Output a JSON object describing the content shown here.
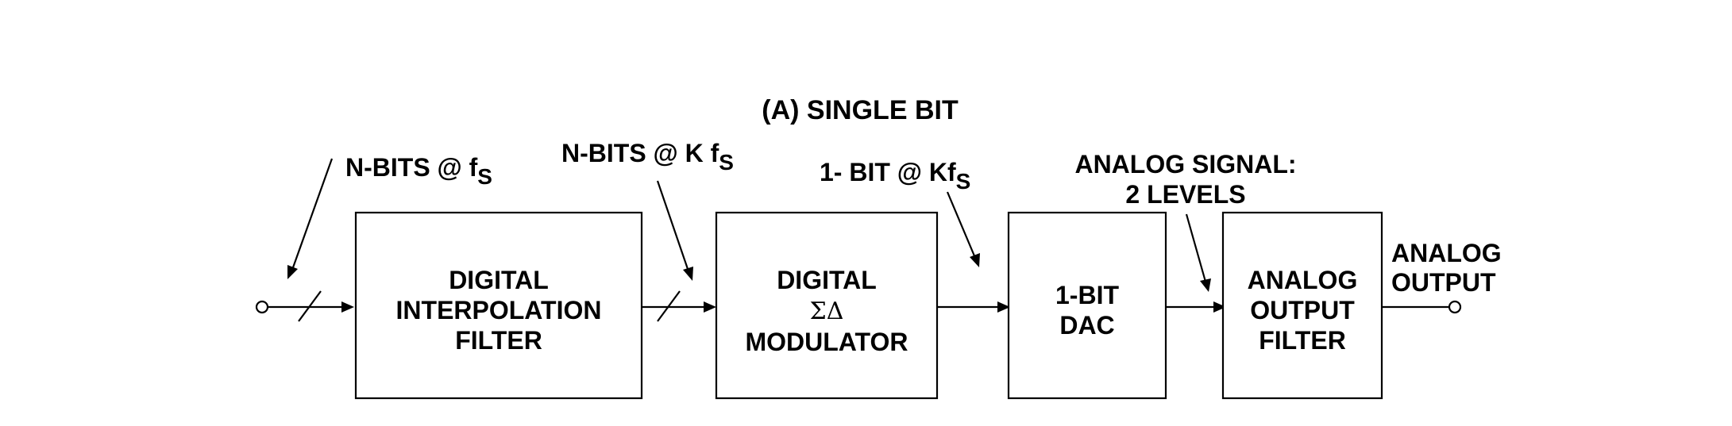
{
  "title": "(A) SINGLE BIT",
  "blocks": {
    "interp": [
      "DIGITAL",
      "INTERPOLATION",
      "FILTER"
    ],
    "modulator": {
      "line1": "DIGITAL",
      "line2": "ΣΔ",
      "line3": "MODULATOR"
    },
    "dac": [
      "1-BIT",
      "DAC"
    ],
    "output_filter": [
      "ANALOG",
      "OUTPUT",
      "FILTER"
    ]
  },
  "labels": {
    "input": {
      "text": "N-BITS @ f",
      "sub": "S"
    },
    "interp_out": {
      "text": "N-BITS @ K f",
      "sub": "S"
    },
    "mod_out": {
      "text": "1- BIT @ Kf",
      "sub": "S"
    },
    "dac_out": [
      "ANALOG SIGNAL:",
      "2 LEVELS"
    ],
    "output": [
      "ANALOG",
      "OUTPUT"
    ]
  }
}
